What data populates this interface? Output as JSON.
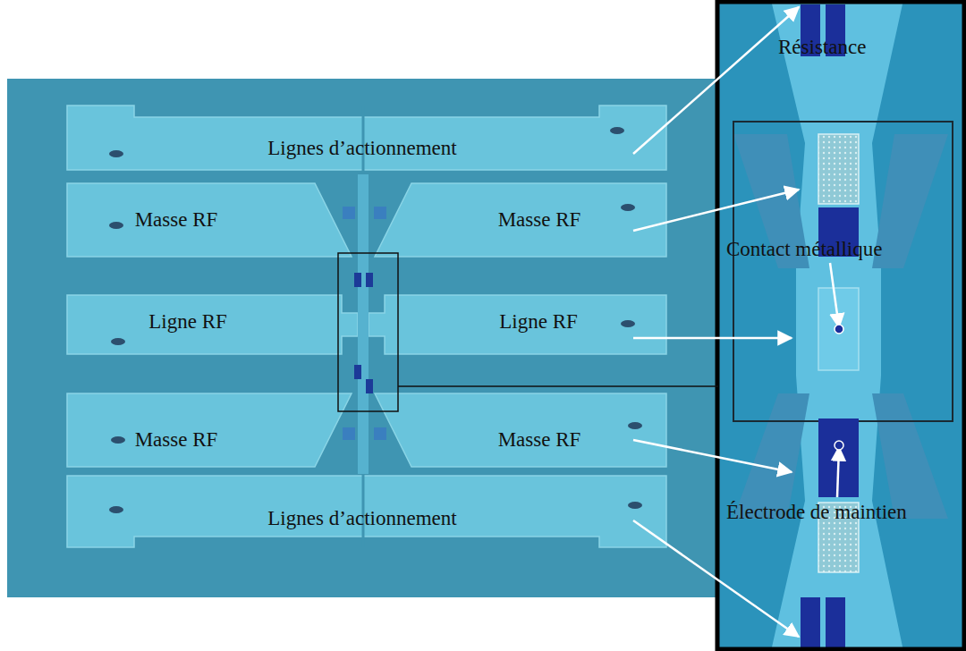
{
  "diagram": {
    "labels": [
      "Lignes d’actionnement",
      "Masse RF",
      "Masse RF",
      "Ligne RF",
      "Ligne RF",
      "Masse RF",
      "Masse RF",
      "Lignes d’actionnement",
      "Résistance",
      "Contact métallique",
      "Électrode de maintien"
    ]
  }
}
